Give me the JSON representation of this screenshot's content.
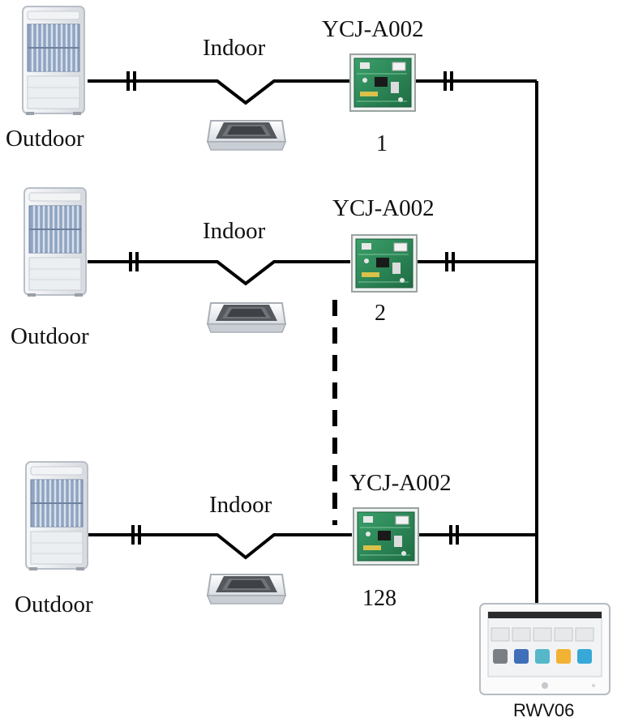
{
  "rows": [
    {
      "outdoor_label": "Outdoor",
      "indoor_label": "Indoor",
      "gateway_model": "YCJ-A002",
      "gateway_number": "1"
    },
    {
      "outdoor_label": "Outdoor",
      "indoor_label": "Indoor",
      "gateway_model": "YCJ-A002",
      "gateway_number": "2"
    },
    {
      "outdoor_label": "Outdoor",
      "indoor_label": "Indoor",
      "gateway_model": "YCJ-A002",
      "gateway_number": "128"
    }
  ],
  "controller": {
    "label": "RWV06"
  },
  "colors": {
    "wire": "#000000",
    "board_green": "#2f8f5a",
    "unit_body": "#e9ecef",
    "fan_grille": "#8fa4c2"
  },
  "icons": {
    "outdoor": "outdoor-unit-icon",
    "indoor": "cassette-indoor-unit-icon",
    "gateway": "gateway-board-icon",
    "controller": "touch-panel-controller-icon",
    "wire_break": "double-slash-break-icon"
  }
}
